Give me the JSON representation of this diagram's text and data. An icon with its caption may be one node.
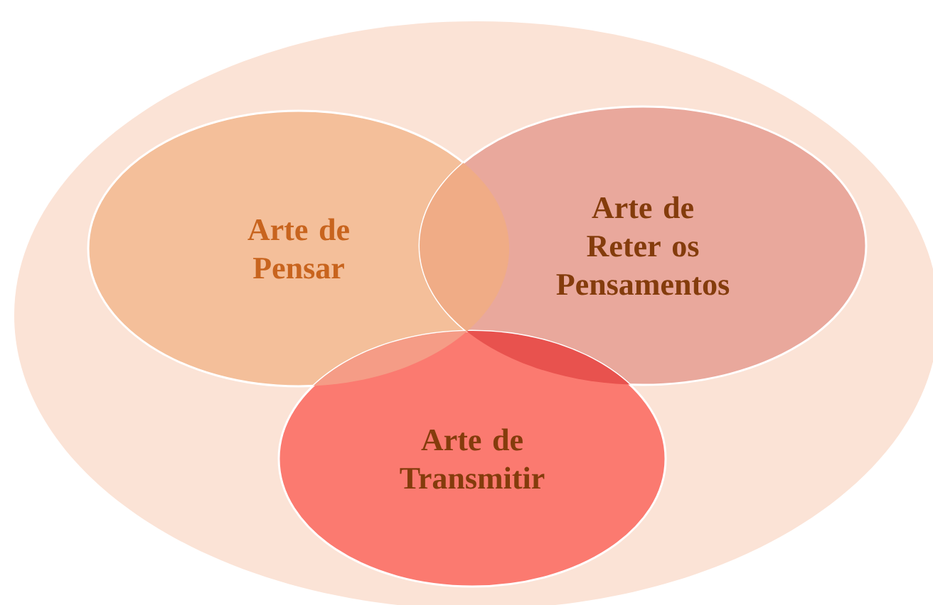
{
  "diagram": {
    "nodes": [
      {
        "text": [],
        "shape": "ellipse"
      },
      {
        "text": [
          "Arte de Pensar"
        ],
        "in": 0
      },
      {
        "text": [
          "Arte de Reter os Pensamentos"
        ],
        "in": 0
      },
      {
        "text": [
          "Arte de Transmitir"
        ],
        "in": 0
      }
    ]
  }
}
